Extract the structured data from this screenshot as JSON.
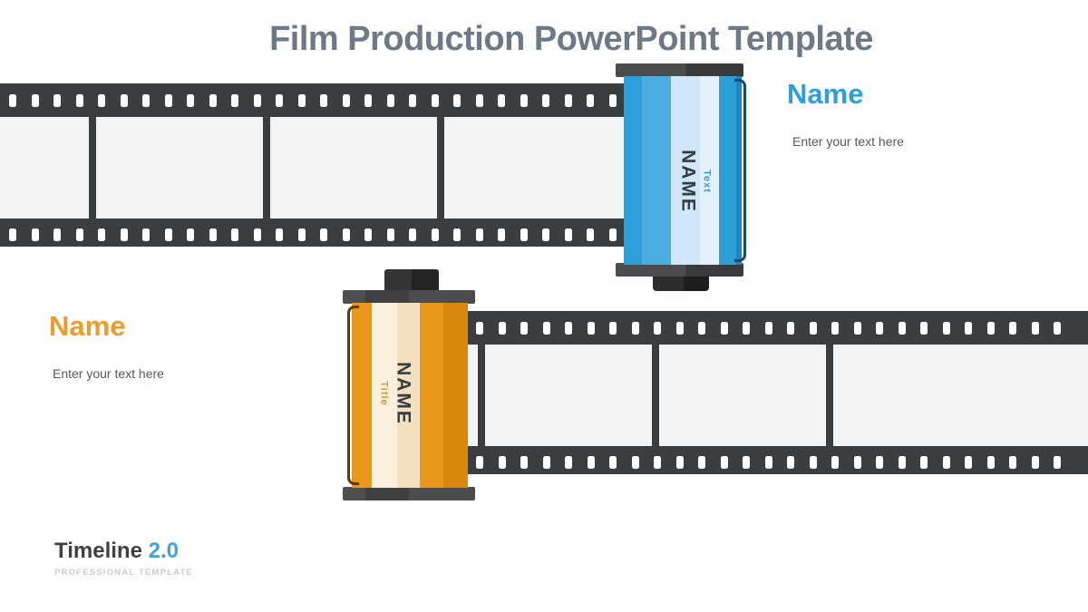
{
  "slide": {
    "title": "Film Production PowerPoint Template"
  },
  "entries": [
    {
      "id": "blue",
      "accent": "#2e9fd8",
      "roll_label": "NAME",
      "roll_sublabel": "Text",
      "heading": "Name",
      "description": "Enter your text here"
    },
    {
      "id": "orange",
      "accent": "#ed9b2d",
      "roll_label": "NAME",
      "roll_sublabel": "Title",
      "heading": "Name",
      "description": "Enter your text here"
    }
  ],
  "footer": {
    "brand": "Timeline",
    "version": "2.0",
    "tagline": "PROFESSIONAL TEMPLATE"
  },
  "colors": {
    "title_text": "#6d7987",
    "film_strip": "#3b3e40",
    "film_frame": "#f2f4f6",
    "canister_blue": "#2d9fd8",
    "canister_blue_label": "#d8ebf8",
    "canister_orange": "#ea981c",
    "canister_orange_label": "#f8ead1",
    "cap_gray": "#46484a",
    "body_text": "#595959"
  }
}
